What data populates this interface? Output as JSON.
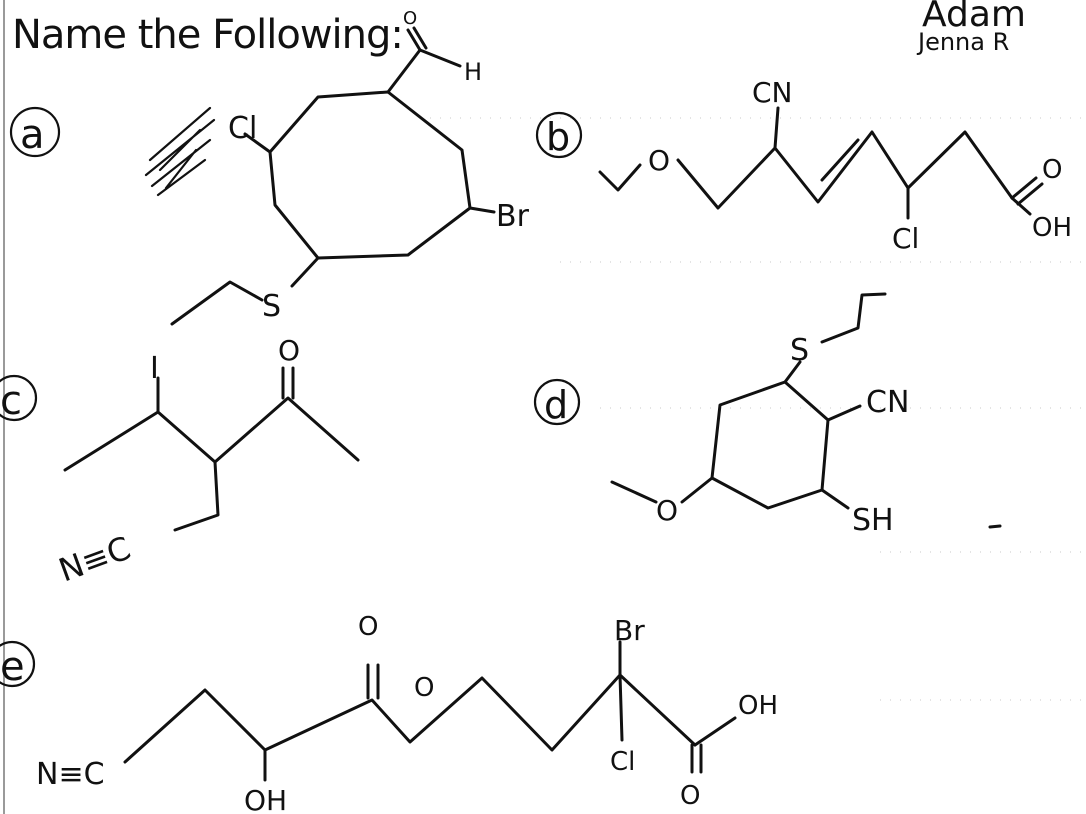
{
  "header": {
    "title": "Name the Following:",
    "names": [
      "Adam",
      "Jenna R"
    ]
  },
  "problems": {
    "a": {
      "label": "a",
      "atoms": {
        "cl": "Cl",
        "br": "Br",
        "s": "S",
        "h": "H",
        "o": "O"
      }
    },
    "b": {
      "label": "b",
      "atoms": {
        "cn": "CN",
        "o_ether": "O",
        "cl": "Cl",
        "o": "O",
        "oh": "OH"
      }
    },
    "c": {
      "label": "c",
      "atoms": {
        "i": "I",
        "o": "O",
        "nitrile": "N≡C"
      }
    },
    "d": {
      "label": "d",
      "atoms": {
        "s": "S",
        "cn": "CN",
        "sh": "SH",
        "o": "O"
      }
    },
    "e": {
      "label": "e",
      "atoms": {
        "nitrile": "N≡C",
        "oh": "OH",
        "o_ketone": "O",
        "o_ether": "O",
        "br": "Br",
        "cl": "Cl",
        "oh_acid": "OH",
        "o_acid": "O"
      }
    }
  }
}
